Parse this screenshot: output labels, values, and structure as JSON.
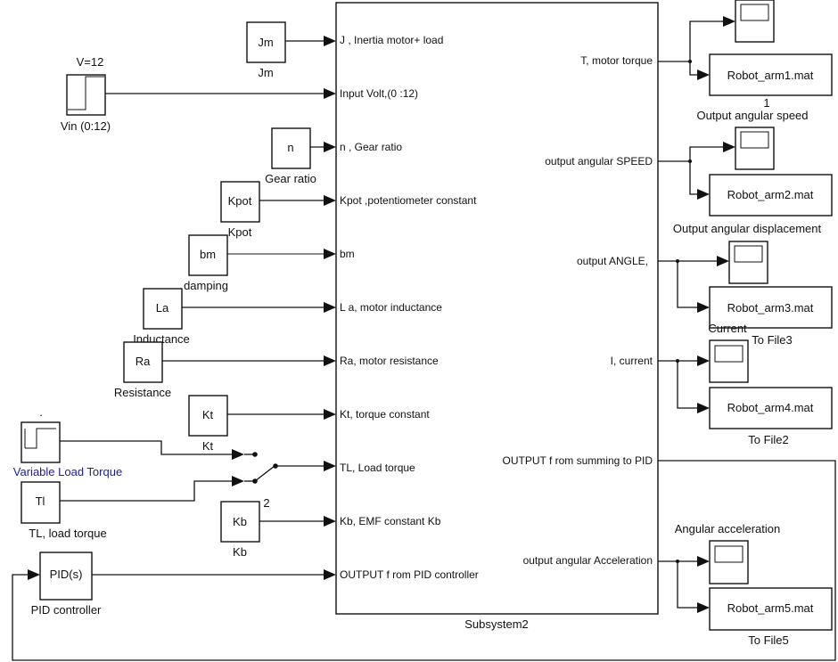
{
  "subsystem": {
    "name": "Subsystem2",
    "inputs": [
      "J , Inertia motor+ load",
      "Input Volt,(0 :12)",
      "n , Gear ratio",
      "Kpot ,potentiometer constant",
      "bm",
      "L a, motor inductance",
      "Ra, motor resistance",
      "Kt, torque constant",
      "TL, Load torque",
      "Kb, EMF constant Kb",
      "OUTPUT f rom PID controller"
    ],
    "outputs": [
      "T, motor torque",
      "output angular  SPEED",
      "output ANGLE,",
      "I, current",
      "OUTPUT f rom summing to PID",
      "output angular Acceleration"
    ]
  },
  "constants": [
    {
      "value": "Jm",
      "label": "Jm"
    },
    {
      "value": "n",
      "label": "Gear ratio"
    },
    {
      "value": "Kpot",
      "label": "Kpot"
    },
    {
      "value": "bm",
      "label": "damping"
    },
    {
      "value": "La",
      "label": "Inductance"
    },
    {
      "value": "Ra",
      "label": "Resistance"
    },
    {
      "value": "Kt",
      "label": "Kt"
    },
    {
      "value": "Tl",
      "label": "TL, load torque"
    },
    {
      "value": "Kb",
      "label": "Kb",
      "port_number": "2"
    }
  ],
  "sources": {
    "vin": {
      "top_label": "V=12",
      "label": "Vin (0:12)"
    },
    "variable_load": {
      "top_label": ".",
      "label": "Variable Load Torque",
      "label_color": "#1a1aa6"
    }
  },
  "pid": {
    "value": "PID(s)",
    "label": "PID controller"
  },
  "sinks": [
    {
      "scope_label": "",
      "file": "Robot_arm1.mat",
      "file_label": ""
    },
    {
      "scope_label": "Output angular speed",
      "scope_number": "1",
      "file": "Robot_arm2.mat",
      "file_label": ""
    },
    {
      "scope_label": "Output angular displacement",
      "file": "Robot_arm3.mat",
      "file_label": "To File3"
    },
    {
      "scope_label": "Current",
      "file": "Robot_arm4.mat",
      "file_label": "To File2"
    },
    {
      "scope_label": "Angular acceleration",
      "file": "Robot_arm5.mat",
      "file_label": "To File5"
    }
  ]
}
